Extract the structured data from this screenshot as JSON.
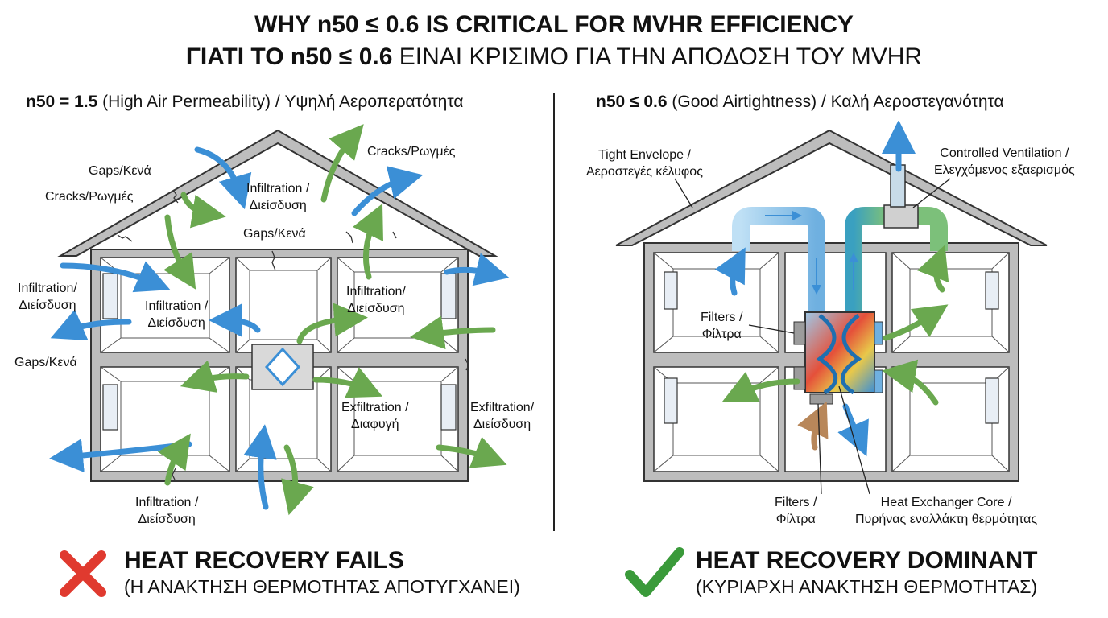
{
  "title": {
    "line1": "WHY n50 ≤ 0.6 IS CRITICAL FOR MVHR EFFICIENCY",
    "line2_bold": "ΓΙΑΤΙ ΤΟ n50 ≤ 0.6",
    "line2_rest": " ΕΙΝΑΙ ΚΡΙΣΙΜΟ ΓΙΑ ΤΗΝ ΑΠΟΔΟΣΗ ΤΟΥ MVHR"
  },
  "left": {
    "heading_bold": "n50 = 1.5",
    "heading_rest": " (High Air Permeability) / Υψηλή Αεροπερατότητα",
    "labels": {
      "gaps_top": "Gaps/Κενά",
      "cracks_left": "Cracks/Ρωγμές",
      "infiltration_roof_1": "Infiltration /",
      "infiltration_roof_2": "Διείσδυση",
      "cracks_right": "Cracks/Ρωγμές",
      "gaps_mid": "Gaps/Κενά",
      "infiltration_left_1": "Infiltration/",
      "infiltration_left_2": "Διείσδυση",
      "infiltration_inner_1": "Infiltration /",
      "infiltration_inner_2": "Διείσδυση",
      "infiltration_right_1": "Infiltration/",
      "infiltration_right_2": "Διείσδυση",
      "gaps_left": "Gaps/Κενά",
      "exfiltration_inner_1": "Exfiltration /",
      "exfiltration_inner_2": "Διαφυγή",
      "exfiltration_right_1": "Exfiltration/",
      "exfiltration_right_2": "Διείσδυση",
      "infiltration_bottom_1": "Infiltration /",
      "infiltration_bottom_2": "Διείσδυση"
    },
    "verdict": "HEAT RECOVERY FAILS",
    "verdict_sub": "(Η ΑΝΑΚΤΗΣΗ ΘΕΡΜΟΤΗΤΑΣ ΑΠΟΤΥΓΧΑΝΕΙ)"
  },
  "right": {
    "heading_bold": "n50 ≤ 0.6",
    "heading_rest": " (Good Airtightness) / Καλή Αεροστεγανότητα",
    "labels": {
      "tight_1": "Tight Envelope /",
      "tight_2": "Αεροστεγές κέλυφος",
      "controlled_1": "Controlled Ventilation /",
      "controlled_2": "Ελεγχόμενος εξαερισμός",
      "filters_side_1": "Filters /",
      "filters_side_2": "Φίλτρα",
      "filters_bottom_1": "Filters /",
      "filters_bottom_2": "Φίλτρα",
      "core_1": "Heat Exchanger Core /",
      "core_2": "Πυρήνας εναλλάκτη θερμότητας"
    },
    "verdict": "HEAT RECOVERY DOMINANT",
    "verdict_sub": "(ΚΥΡΙΑΡΧΗ ΑΝΑΚΤΗΣΗ ΘΕΡΜΟΤΗΤΑΣ)"
  },
  "colors": {
    "blue_arrow": "#3b8fd6",
    "green_arrow": "#6aa84f",
    "wall": "#bdbdbd",
    "fail_red": "#e03a2f",
    "success_green": "#3a9a3a"
  }
}
